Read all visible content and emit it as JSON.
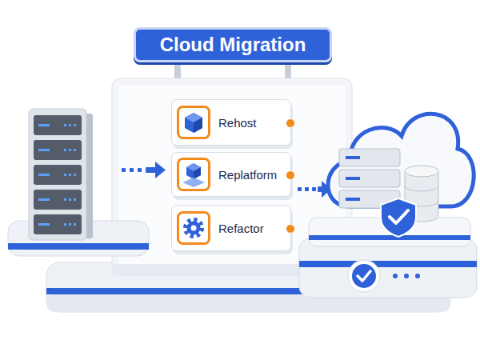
{
  "diagram": {
    "title": "Cloud Migration",
    "nodes": [
      {
        "text": [
          "Rehost"
        ]
      },
      {
        "text": [
          "Replatform"
        ]
      },
      {
        "text": [
          "Refactor"
        ]
      }
    ]
  }
}
